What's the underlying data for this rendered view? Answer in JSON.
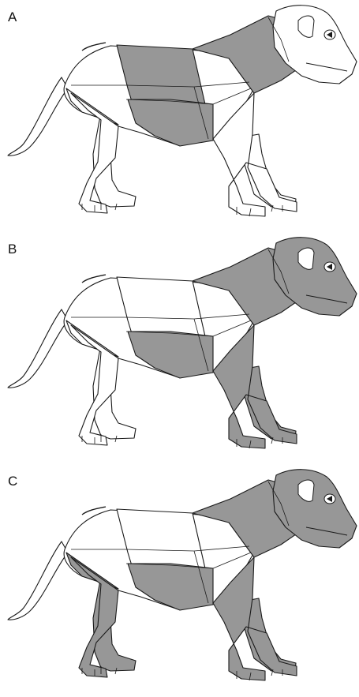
{
  "colors": {
    "shade": "#979797",
    "outline": "#1a1a1a",
    "fill": "#ffffff"
  },
  "panels": [
    {
      "label": "A",
      "shaded_regions": [
        "neck",
        "shoulder",
        "chest"
      ]
    },
    {
      "label": "B",
      "shaded_regions": [
        "head",
        "neck",
        "front-leg-near",
        "front-leg-far",
        "chest"
      ]
    },
    {
      "label": "C",
      "shaded_regions": [
        "head",
        "neck",
        "front-leg-near",
        "front-leg-far",
        "chest",
        "hind-leg-near",
        "hind-leg-far",
        "thigh"
      ]
    }
  ]
}
